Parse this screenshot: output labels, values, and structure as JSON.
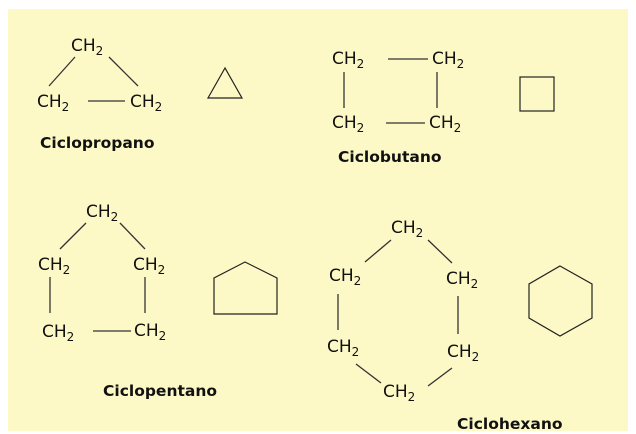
{
  "group_label": "CH",
  "group_subscript": "2",
  "molecules": [
    {
      "id": "propano",
      "name": "Ciclopropano"
    },
    {
      "id": "butano",
      "name": "Ciclobutano"
    },
    {
      "id": "pentano",
      "name": "Ciclopentano"
    },
    {
      "id": "hexano",
      "name": "Ciclohexano"
    }
  ],
  "colors": {
    "panel_background": "#fdf9c6",
    "page_background": "#ffffff",
    "line": "#333333",
    "text": "#111111"
  }
}
